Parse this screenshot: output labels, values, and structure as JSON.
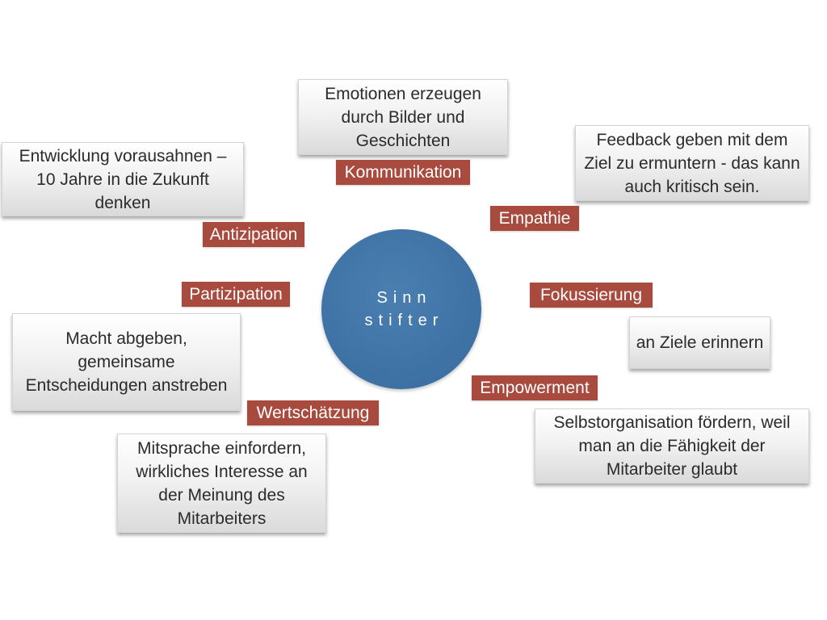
{
  "center": {
    "line1": "Sinn",
    "line2": "stifter"
  },
  "labels": {
    "kommunikation": "Kommunikation",
    "empathie": "Empathie",
    "antizipation": "Antizipation",
    "partizipation": "Partizipation",
    "fokussierung": "Fokussierung",
    "empowerment": "Empowerment",
    "wertschaetzung": "Wertschätzung"
  },
  "boxes": {
    "emotionen": "Emotionen erzeugen durch Bilder und Geschichten",
    "feedback": "Feedback geben mit dem Ziel zu ermuntern - das kann auch kritisch sein.",
    "entwicklung": "Entwicklung vorausahnen – 10 Jahre in die Zukunft denken",
    "macht": "Macht abgeben, gemeinsame Entscheidungen anstreben",
    "ziele": "an Ziele erinnern",
    "selbstorganisation": "Selbstorganisation fördern, weil man an die Fähigkeit der Mitarbeiter glaubt",
    "mitsprache": "Mitsprache einfordern, wirkliches Interesse an der Meinung des Mitarbeiters"
  },
  "colors": {
    "circle": "#4277aa",
    "label_bg": "#a84a3d"
  }
}
